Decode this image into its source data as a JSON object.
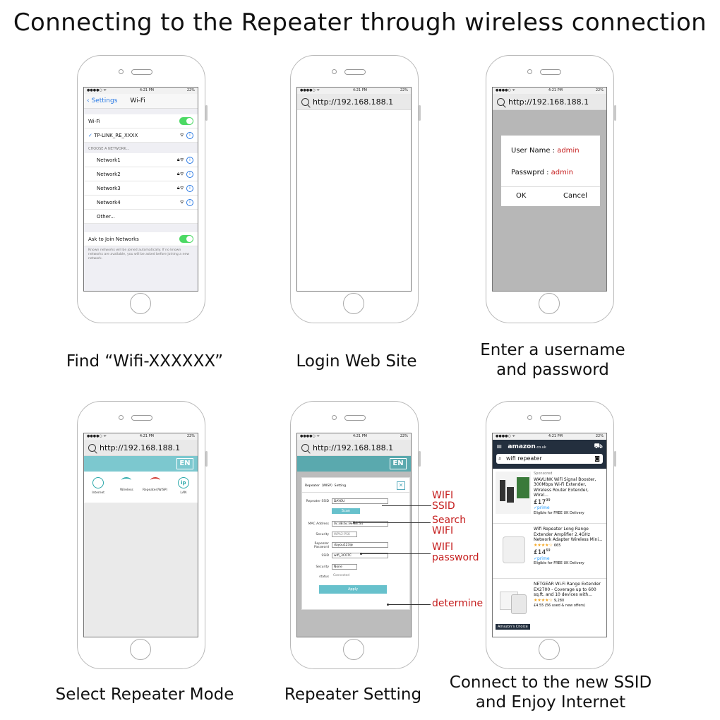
{
  "title": "Connecting to the Repeater through wireless connection",
  "captions": {
    "step1": "Find “Wifi-XXXXXX”",
    "step2": "Login Web Site",
    "step3_line1": "Enter a username",
    "step3_line2": "and password",
    "step4": "Select Repeater Mode",
    "step5": "Repeater Setting",
    "step6_line1": "Connect to the new SSID",
    "step6_line2": "and Enjoy Internet"
  },
  "status_bar": {
    "carrier": "●●●●○ ᯤ",
    "time": "4:21 PM",
    "battery": "22%"
  },
  "url": "http://192.168.188.1",
  "wifi_settings": {
    "back": "Settings",
    "title": "Wi-Fi",
    "wifi_label": "Wi-Fi",
    "connected": "TP-LINK_RE_XXXX",
    "section": "CHOOSE A NETWORK...",
    "networks": [
      "Network1",
      "Network2",
      "Network3",
      "Network4"
    ],
    "other": "Other...",
    "ask_join": "Ask to Join Networks",
    "note": "Known networks will be joined automatically. If no known networks are available, you will be asked before joining a new network."
  },
  "login": {
    "username_label": "User Name : ",
    "username_value": "admin",
    "password_label": "Passwprd : ",
    "password_value": "admin",
    "ok": "OK",
    "cancel": "Cancel"
  },
  "router": {
    "lang": "EN",
    "modes": [
      "Internet",
      "Wireless",
      "Repeater(WISP)",
      "LAN"
    ]
  },
  "repeater_form": {
    "header": "Repeater（WISP）Setting",
    "ssid_label": "Repeater SSID",
    "ssid_value": "DAYOU",
    "scan": "Scan",
    "mac_label": "MAC Address",
    "mac_value": "0c:d8:6c:9e:b8:34",
    "security_label": "Security",
    "security_value": "WPA2-PSK",
    "rep_pass_label": "Repeater Password",
    "rep_pass_value": "dayou123@",
    "ssid2_label": "SSID",
    "ssid2_value": "wifi_3C07C",
    "security2_label": "Security",
    "security2_value": "None",
    "status_label": "status",
    "status_value": "Connected",
    "apply": "Apply"
  },
  "annotations": {
    "wifi_ssid_1": "WIFI",
    "wifi_ssid_2": "SSID",
    "search_1": "Search",
    "search_2": "WIFI",
    "wifi_pw_1": "WIFI",
    "wifi_pw_2": "password",
    "determine": "determine"
  },
  "amazon": {
    "logo": "amazon",
    "logo_suffix": ".co.uk",
    "search": "wifi repeater",
    "products": [
      {
        "sponsored": "Sponsored",
        "name": "WAVLINK WiFi Signal Booster, 300Mbps Wi-Fi Extender, Wireless Router Extender, Wirel...",
        "price": "£17",
        "price_frac": "99",
        "prime": "✓prime",
        "delivery": "Eligible for FREE UK Delivery",
        "stars": "",
        "reviews": ""
      },
      {
        "sponsored": "",
        "name": "Wifi Repeater Long Range Extender Amplifier 2.4GHz Network Adapter Wireless Mini...",
        "price": "£14",
        "price_frac": "69",
        "prime": "✓prime",
        "delivery": "Eligible for FREE UK Delivery",
        "stars": "★★★★☆",
        "reviews": "665"
      },
      {
        "sponsored": "",
        "name": "NETGEAR Wi-Fi Range Extender EX2700 - Coverage up to 600 sq.ft. and 10 devices with...",
        "price": "",
        "price_frac": "",
        "prime": "",
        "delivery": "£4.55 (56 used & new offers)",
        "stars": "★★★★☆",
        "reviews": "9,280"
      }
    ],
    "badge": "Amazon's Choice"
  }
}
